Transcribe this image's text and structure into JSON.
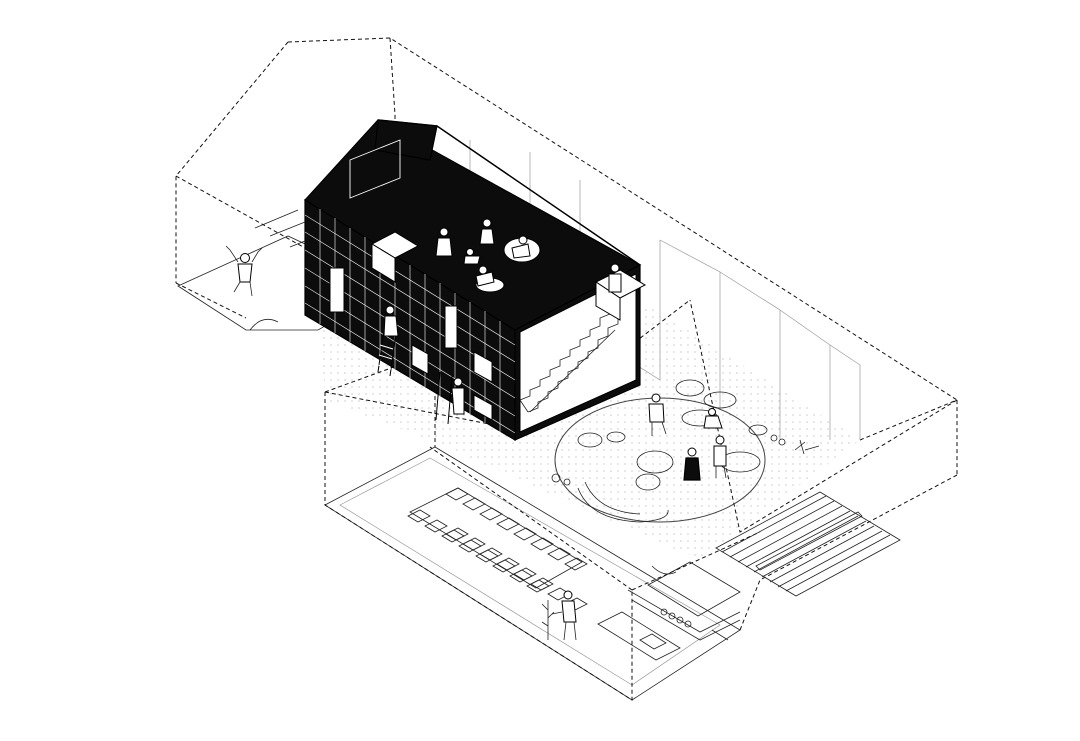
{
  "figure": {
    "kind": "isometric architectural section drawing",
    "caption": ""
  },
  "colors": {
    "ink": "#0c0c0c",
    "paper": "#ffffff",
    "stipple": "#8a8a8a",
    "ghost_line": "#999999"
  },
  "elements": {
    "outer_envelope": "dashed-outline",
    "inner_house": "solid-black-volume",
    "stair": "external-stair",
    "library_wall": "shelving-grid",
    "lounge": "round-seating-area",
    "dining": "long-table",
    "kitchen": "counter-and-stove",
    "deck": "timber-deck"
  }
}
